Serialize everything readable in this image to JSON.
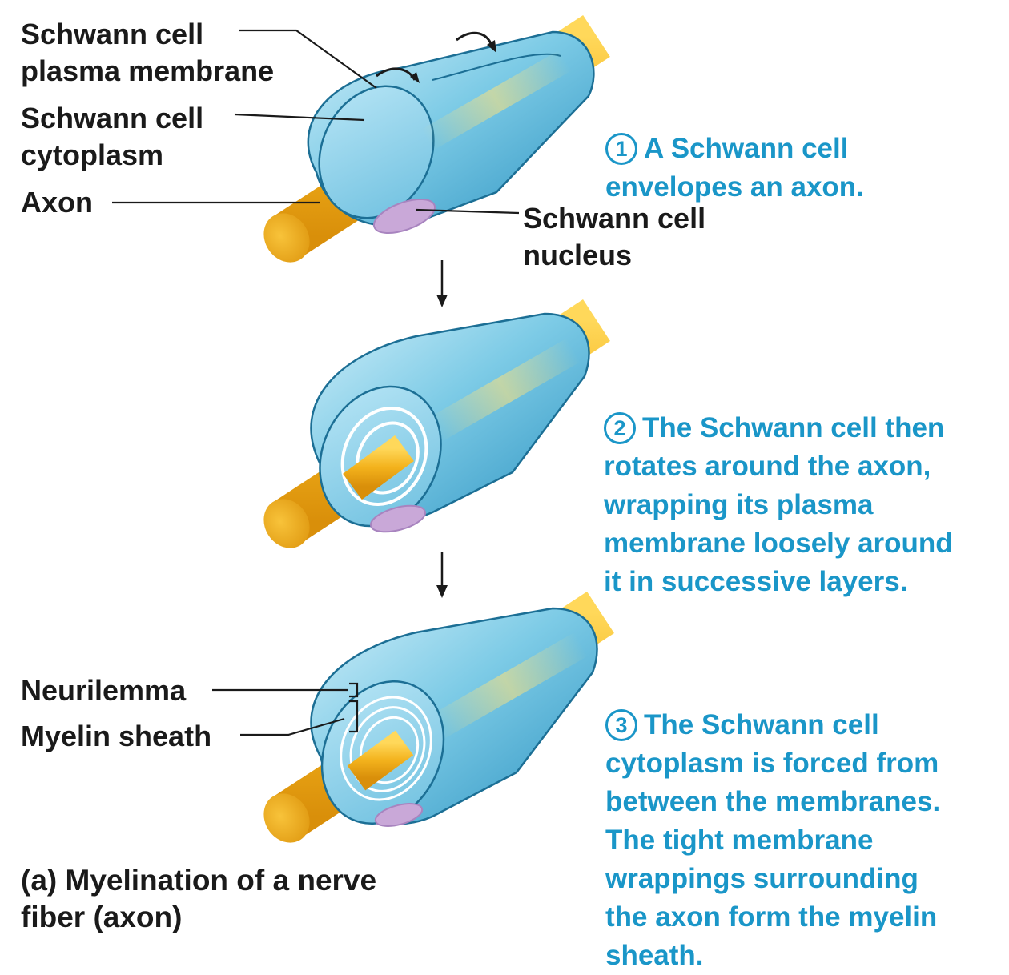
{
  "labels": {
    "membrane": "Schwann cell\nplasma membrane",
    "cytoplasm": "Schwann cell\ncytoplasm",
    "axon": "Axon",
    "nucleus": "Schwann cell\nnucleus",
    "neurilemma": "Neurilemma",
    "myelin": "Myelin sheath"
  },
  "steps": [
    {
      "number": "1",
      "text": "A Schwann cell\nenvelopes an axon."
    },
    {
      "number": "2",
      "text": "The Schwann cell then\nrotates around the axon,\nwrapping its plasma\nmembrane loosely around\nit in successive layers."
    },
    {
      "number": "3",
      "text": "The Schwann cell\ncytoplasm is forced from\nbetween the membranes.\nThe tight membrane\nwrappings surrounding\nthe axon form the myelin\nsheath."
    }
  ],
  "caption": "(a) Myelination of a nerve\nfiber (axon)",
  "colors": {
    "step_text": "#1a96c8",
    "label_text": "#1a1a1a",
    "axon": "#f0b429",
    "schwann_cell": "#6ec3e0",
    "nucleus": "#c9a8d8"
  }
}
